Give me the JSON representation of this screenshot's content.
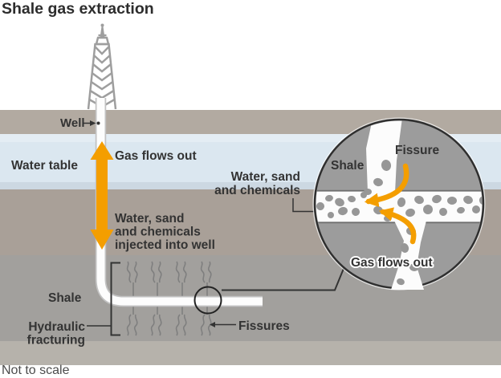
{
  "title": "Shale gas extraction",
  "footnote": "Not to scale",
  "diagram": {
    "well_label": "Well",
    "water_table_label": "Water table",
    "gas_flows_out_label": "Gas flows out",
    "injection_label_lines": [
      "Water, sand",
      "and chemicals",
      "injected into well"
    ],
    "chemicals_label_lines": [
      "Water, sand",
      "and chemicals"
    ],
    "shale_label": "Shale",
    "hydraulic_label_lines": [
      "Hydraulic",
      "fracturing"
    ],
    "fissures_label": "Fissures"
  },
  "inset": {
    "shale_label": "Shale",
    "fissure_label": "Fissure",
    "gas_flows_out_label": "Gas flows out",
    "pebbles": [
      [
        399,
        257,
        5,
        5,
        15
      ],
      [
        410,
        247,
        5,
        4,
        -10
      ],
      [
        412,
        268,
        4,
        4,
        0
      ],
      [
        423,
        252,
        6,
        5,
        25
      ],
      [
        427,
        263,
        6,
        5,
        -15
      ],
      [
        438,
        248,
        5,
        4,
        10
      ],
      [
        443,
        264,
        5,
        5,
        -25
      ],
      [
        453,
        243,
        4,
        4,
        0
      ],
      [
        481,
        206,
        6,
        7,
        -10
      ],
      [
        471,
        227,
        6,
        5,
        15
      ],
      [
        458,
        239,
        5,
        4,
        0
      ],
      [
        471,
        262,
        6,
        5,
        20
      ],
      [
        483,
        272,
        5,
        4,
        -10
      ],
      [
        500,
        252,
        5,
        6,
        10
      ],
      [
        511,
        265,
        6,
        5,
        -15
      ],
      [
        522,
        249,
        6,
        5,
        20
      ],
      [
        533,
        261,
        6,
        6,
        0
      ],
      [
        544,
        248,
        6,
        5,
        -20
      ],
      [
        552,
        264,
        5,
        5,
        15
      ],
      [
        563,
        250,
        6,
        5,
        0
      ],
      [
        574,
        262,
        5,
        4,
        -10
      ],
      [
        583,
        249,
        6,
        5,
        20
      ],
      [
        593,
        261,
        5,
        5,
        0
      ],
      [
        601,
        250,
        4,
        5,
        -15
      ],
      [
        512,
        288,
        6,
        5,
        10
      ],
      [
        504,
        309,
        5,
        6,
        -15
      ],
      [
        516,
        333,
        6,
        5,
        0
      ],
      [
        499,
        351,
        5,
        4,
        20
      ]
    ]
  },
  "colors": {
    "orange": "#F49E00",
    "band1": "#b2aaa1",
    "water": "#dbe7f0",
    "water-light": "#e4edf4",
    "water-deep": "#ccd8e2",
    "band2": "#a9a098",
    "shale": "#a2a09d",
    "band3": "#b6b2ab",
    "inset-shale": "#9c9c9c",
    "channel": "#fcfcfc",
    "channel-edge": "#6f6f6f",
    "pebble": "#979797",
    "rig": "#9e9e9e",
    "pipe-casing": "#c2c2c2",
    "pipe": "#fdfdfd",
    "line": "#333333",
    "text": "#333333",
    "fissure-stroke": "#7f7f7f"
  }
}
